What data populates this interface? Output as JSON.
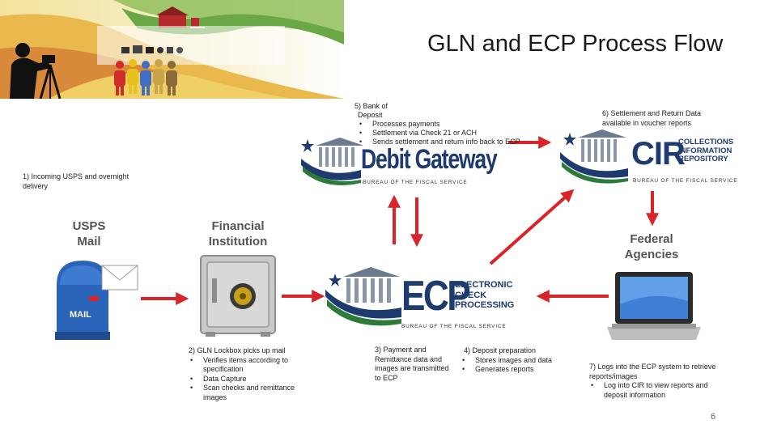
{
  "title": "GLN and ECP Process Flow",
  "blocks": {
    "usps": "USPS\nMail",
    "financial": "Financial\nInstitution",
    "federal": "Federal\nAgencies"
  },
  "logos": {
    "debit_main": "Debit Gateway",
    "debit_sub": "BUREAU OF THE FISCAL SERVICE",
    "cir_main": "CIR",
    "cir_text": [
      "COLLECTIONS",
      "INFORMATION",
      "REPOSITORY"
    ],
    "cir_sub": "BUREAU OF THE FISCAL SERVICE",
    "ecp_main": "ECP",
    "ecp_text": [
      "ELECTRONIC",
      "CHECK",
      "PROCESSING"
    ],
    "ecp_sub": "BUREAU OF THE FISCAL SERVICE",
    "mailbox": "MAIL"
  },
  "notes": {
    "step1": "1) Incoming USPS and overnight delivery",
    "step2": {
      "head": "2) GLN Lockbox picks up mail",
      "items": [
        "Verifies items according to specification",
        "Data Capture",
        "Scan checks and remittance images"
      ]
    },
    "step3": "3) Payment and Remittance data and images are transmitted to ECP",
    "step4": {
      "head": "4) Deposit preparation",
      "items": [
        "Stores images and data",
        "Generates reports"
      ]
    },
    "step5": {
      "head_l1": "5) Bank of",
      "head_l2": "Deposit",
      "items": [
        "Processes payments",
        "Settlement via Check 21 or ACH",
        "Sends settlement and return info back to ECP"
      ]
    },
    "step6": "6) Settlement and Return Data available in voucher reports",
    "step7": {
      "head": "7) Logs into the ECP system to retrieve reports/images",
      "items": [
        "Log into CIR to view reports and deposit information"
      ]
    }
  },
  "page_number": "6",
  "colors": {
    "arrow": "#d9252a",
    "navy": "#1d3b6e",
    "green": "#2e7a3a"
  }
}
